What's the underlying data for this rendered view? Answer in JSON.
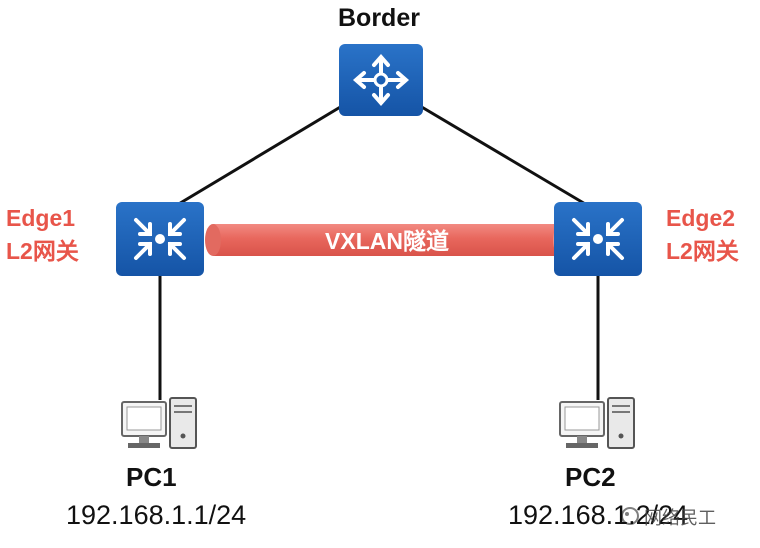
{
  "nodes": {
    "border": {
      "label": "Border"
    },
    "edge1": {
      "name": "Edge1",
      "role": "L2网关"
    },
    "edge2": {
      "name": "Edge2",
      "role": "L2网关"
    },
    "pc1": {
      "name": "PC1",
      "ip": "192.168.1.1/24"
    },
    "pc2": {
      "name": "PC2",
      "ip": "192.168.1.2/24"
    }
  },
  "tunnel": {
    "label": "VXLAN隧道"
  },
  "watermark": {
    "text": "网络民工"
  },
  "colors": {
    "device_blue": "#1b5fb4",
    "tunnel_red": "#e8675d",
    "label_red": "#e8554a",
    "link_black": "#111111"
  },
  "icons": {
    "border": "router-icon",
    "edge": "switch-icon",
    "pc": "desktop-pc-icon"
  }
}
